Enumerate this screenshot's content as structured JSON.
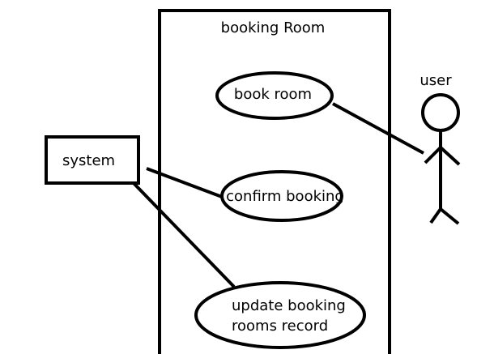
{
  "system_boundary": {
    "title": "booking Room"
  },
  "actors": {
    "user": {
      "label": "user"
    },
    "system": {
      "label": "system"
    }
  },
  "use_cases": {
    "book_room": {
      "label": "book room"
    },
    "confirm_booking": {
      "label": "confirm booking"
    },
    "update_records": {
      "line1": "update booking",
      "line2": "rooms record"
    }
  },
  "colors": {
    "stroke": "#000000",
    "background": "#ffffff"
  }
}
